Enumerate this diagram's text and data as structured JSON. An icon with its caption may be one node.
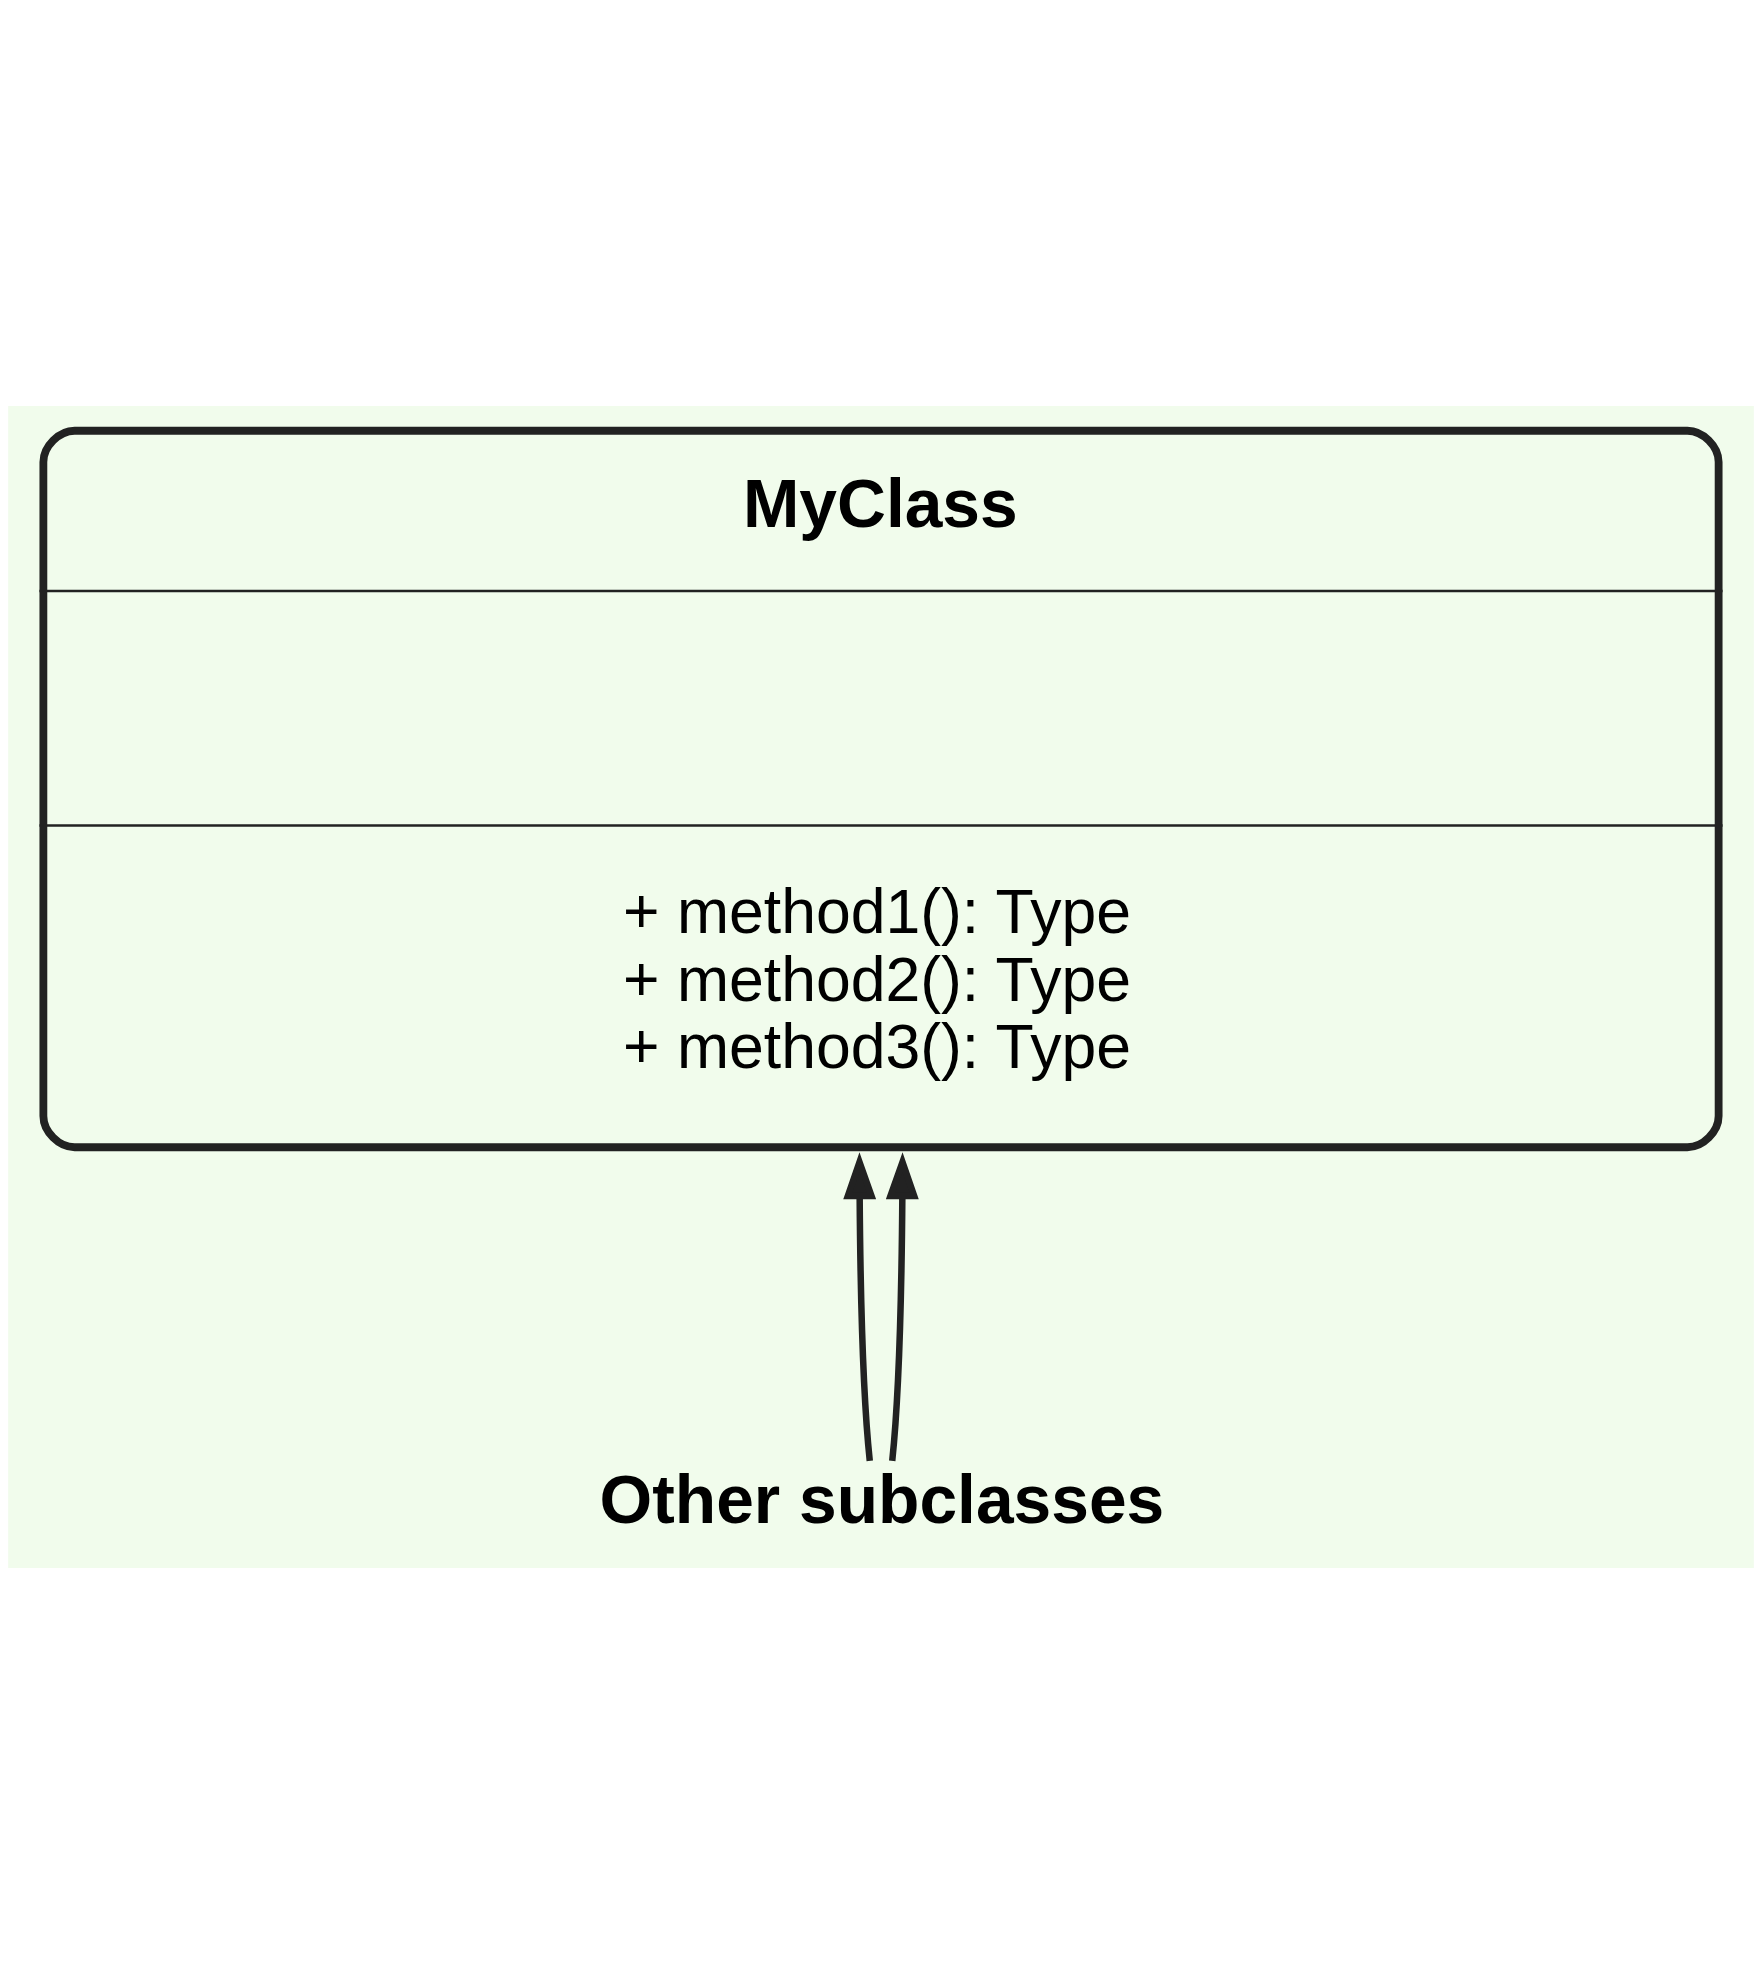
{
  "diagram": {
    "nodes": [
      {
        "text": [
          "MyClass",
          "+ method1(): Type",
          "+ method2(): Type",
          "+ method3(): Type"
        ]
      },
      {
        "text": [
          "Other subclasses"
        ]
      }
    ],
    "edges": [
      {
        "from": 1,
        "to": 0,
        "arrow": "to"
      },
      {
        "from": 1,
        "to": 0,
        "arrow": "to"
      }
    ]
  }
}
